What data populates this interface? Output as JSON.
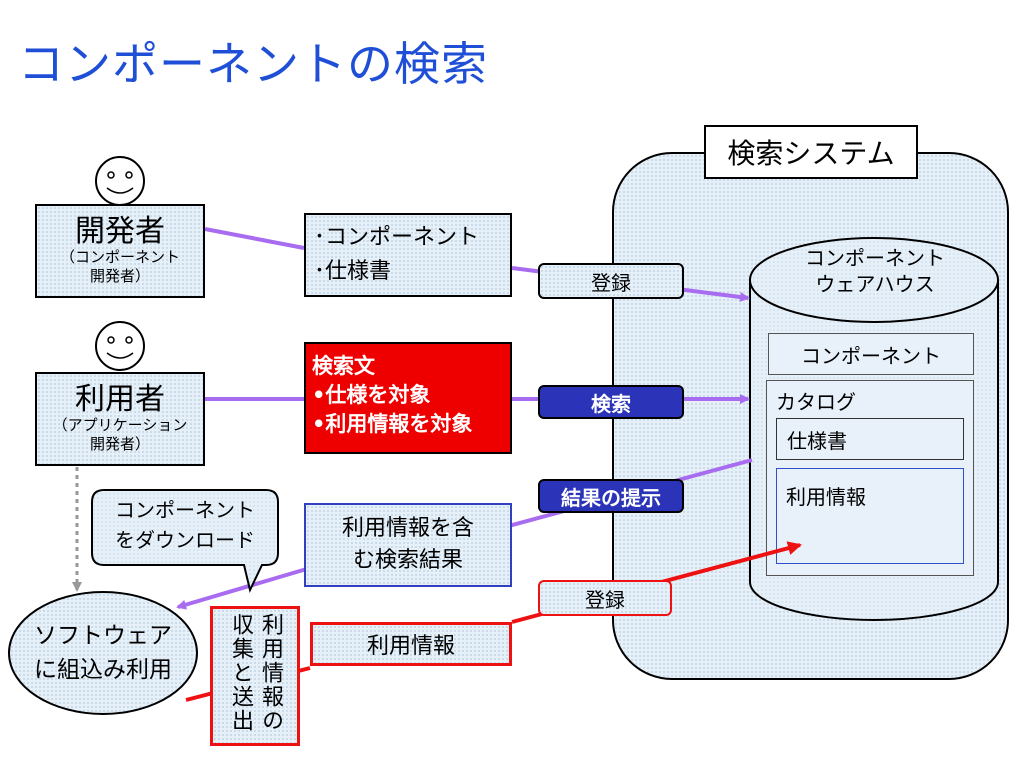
{
  "title": "コンポーネントの検索",
  "search_system": {
    "label": "検索システム",
    "warehouse": "コンポーネント\nウェアハウス",
    "component": "コンポーネント",
    "catalog": "カタログ",
    "spec": "仕様書",
    "usage_info": "利用情報"
  },
  "developer": {
    "name": "開発者",
    "sub": "（コンポーネント\n開発者）"
  },
  "user": {
    "name": "利用者",
    "sub": "（アプリケーション\n開発者）"
  },
  "dev_items": "･コンポーネント\n･仕様書",
  "query": {
    "title": "検索文",
    "line1": "•仕様を対象",
    "line2": "•利用情報を対象"
  },
  "labels": {
    "register1": "登録",
    "search": "検索",
    "result_present": "結果の提示",
    "register2": "登録"
  },
  "result_box": "利用情報を含\nむ検索結果",
  "download_callout": "コンポーネント\nをダウンロード",
  "software": "ソフトウェア\nに組込み利用",
  "usage_box": "利用情報",
  "collect_send": {
    "col1": "利用情報の",
    "col2": "収集と送出"
  },
  "colors": {
    "title": "#1f4fd6",
    "purple": "#a86cf0",
    "red": "#ee1111",
    "navy": "#2b34b8",
    "query_bg": "#ee0000"
  }
}
